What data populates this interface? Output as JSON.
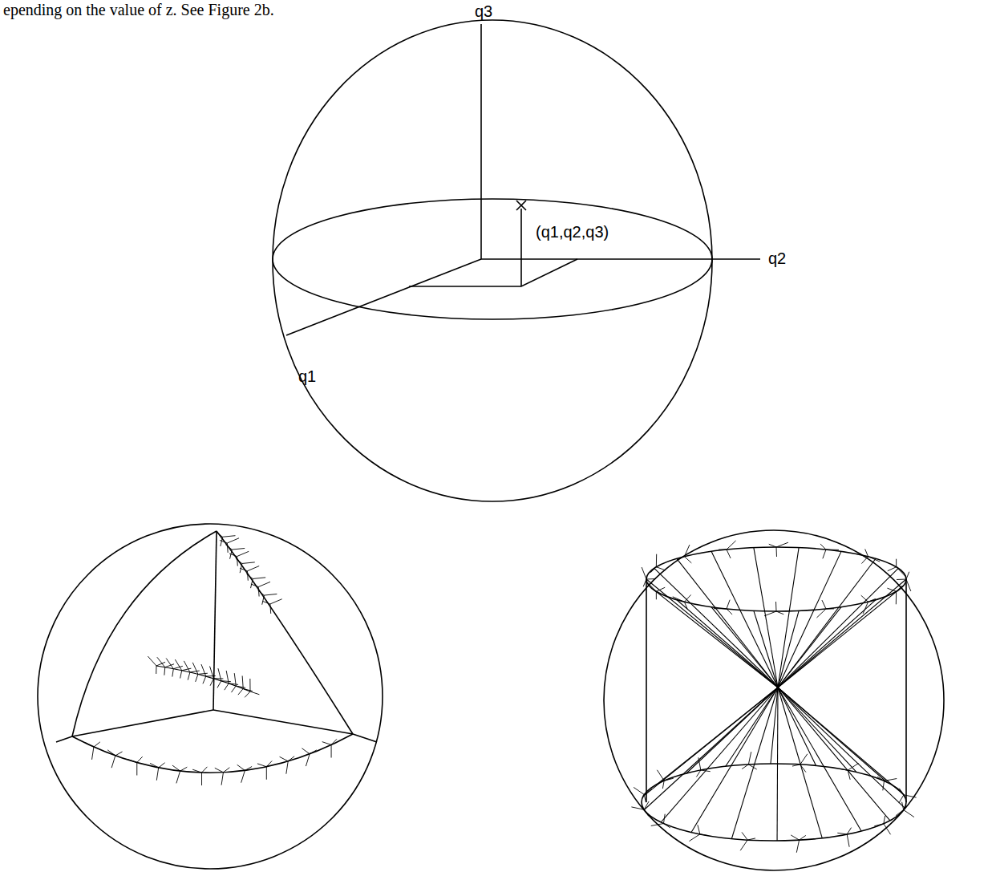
{
  "diagram": {
    "labels": [
      "epending on the value of z.  See Figure 2b.",
      "q3",
      "q2",
      "q1",
      "(q1,q2,q3)"
    ]
  }
}
